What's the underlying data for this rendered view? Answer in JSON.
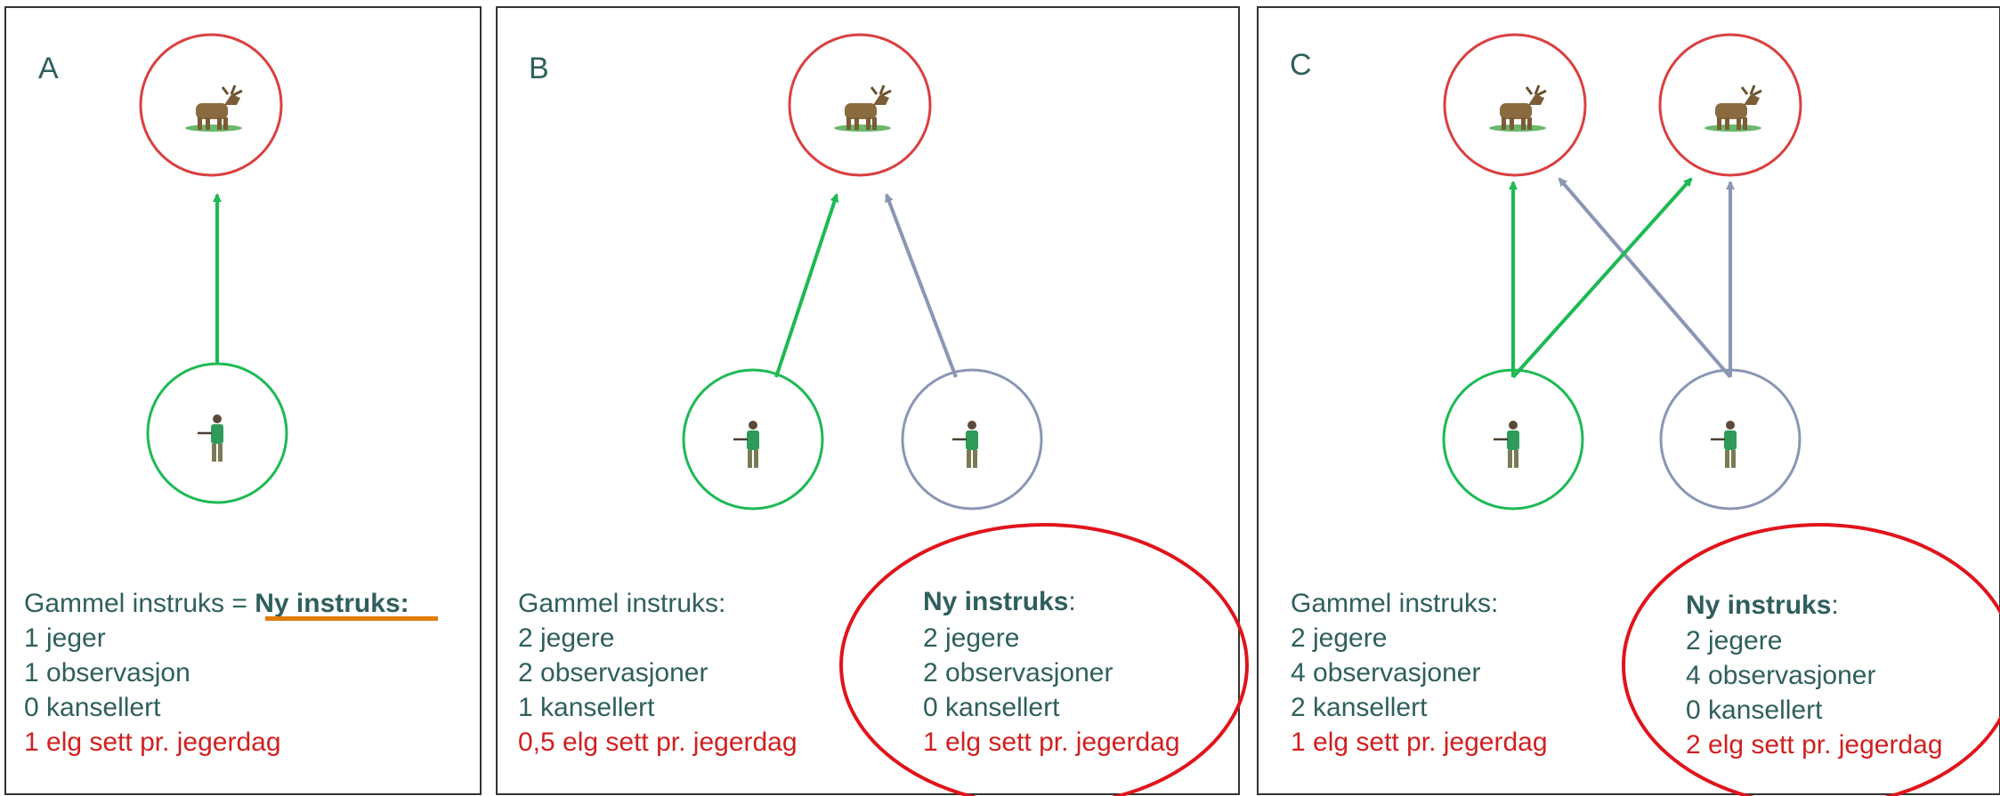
{
  "panels": {
    "a": {
      "label": "A",
      "old_heading": "Gammel instruks = ",
      "new_heading": "Ny instruks:",
      "lines": [
        "1 jeger",
        "1 observasjon",
        "0 kansellert"
      ],
      "rate": "1 elg sett pr. jegerdag"
    },
    "b": {
      "label": "B",
      "old_heading": "Gammel instruks:",
      "old_lines": [
        "2 jegere",
        "2 observasjoner",
        "1 kansellert"
      ],
      "old_rate": "0,5 elg sett pr. jegerdag",
      "new_heading_bold": "Ny instruks",
      "new_heading_colon": ":",
      "new_lines": [
        "2 jegere",
        "2 observasjoner",
        "0 kansellert"
      ],
      "new_rate": "1 elg sett pr. jegerdag"
    },
    "c": {
      "label": "C",
      "old_heading": "Gammel instruks:",
      "old_lines": [
        "2 jegere",
        "4 observasjoner",
        "2 kansellert"
      ],
      "old_rate": "1 elg sett pr. jegerdag",
      "new_heading_bold": "Ny instruks",
      "new_heading_colon": ":",
      "new_lines": [
        "2 jegere",
        "4 observasjoner",
        "0 kansellert"
      ],
      "new_rate": "2 elg sett pr. jegerdag"
    }
  },
  "colors": {
    "green": "#1db954",
    "gray_blue": "#8a96b4",
    "moose_ring": "#d94040",
    "highlight_ring": "#e0141c",
    "underline": "#e07b00",
    "text_teal": "#2f5f5c",
    "text_red": "#d21f1f"
  },
  "icons": {
    "moose": "moose-icon",
    "hunter": "hunter-icon"
  }
}
